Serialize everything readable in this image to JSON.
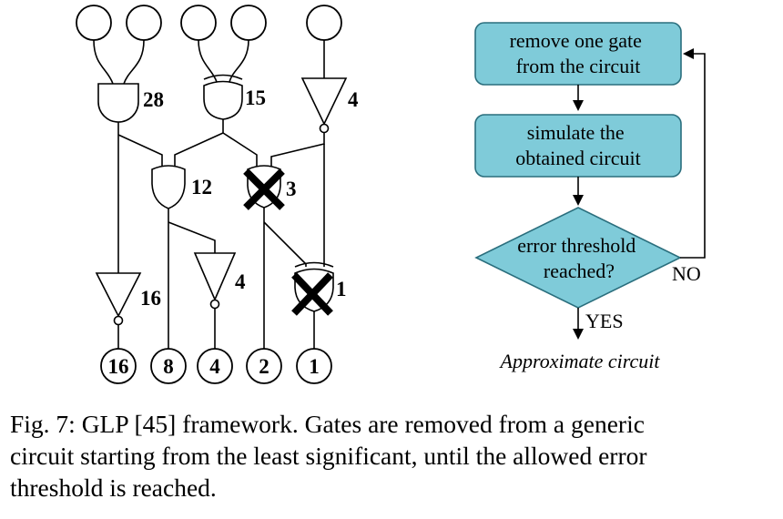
{
  "circuit": {
    "gate_labels": {
      "and": "28",
      "xor": "15",
      "not_top": "4",
      "or": "12",
      "removed_gate_3": "3",
      "not_left": "16",
      "not_mid": "4",
      "removed_gate_1": "1"
    },
    "outputs": [
      "16",
      "8",
      "4",
      "2",
      "1"
    ]
  },
  "flowchart": {
    "step1": [
      "remove one gate",
      "from the circuit"
    ],
    "step2": [
      "simulate the",
      "obtained circuit"
    ],
    "decision": [
      "error threshold",
      "reached?"
    ],
    "no_label": "NO",
    "yes_label": "YES",
    "result": "Approximate circuit"
  },
  "caption": {
    "lines": [
      "Fig. 7: GLP [45] framework. Gates are removed from a generic",
      "circuit starting from the least significant, until the allowed error",
      "threshold is reached."
    ]
  }
}
